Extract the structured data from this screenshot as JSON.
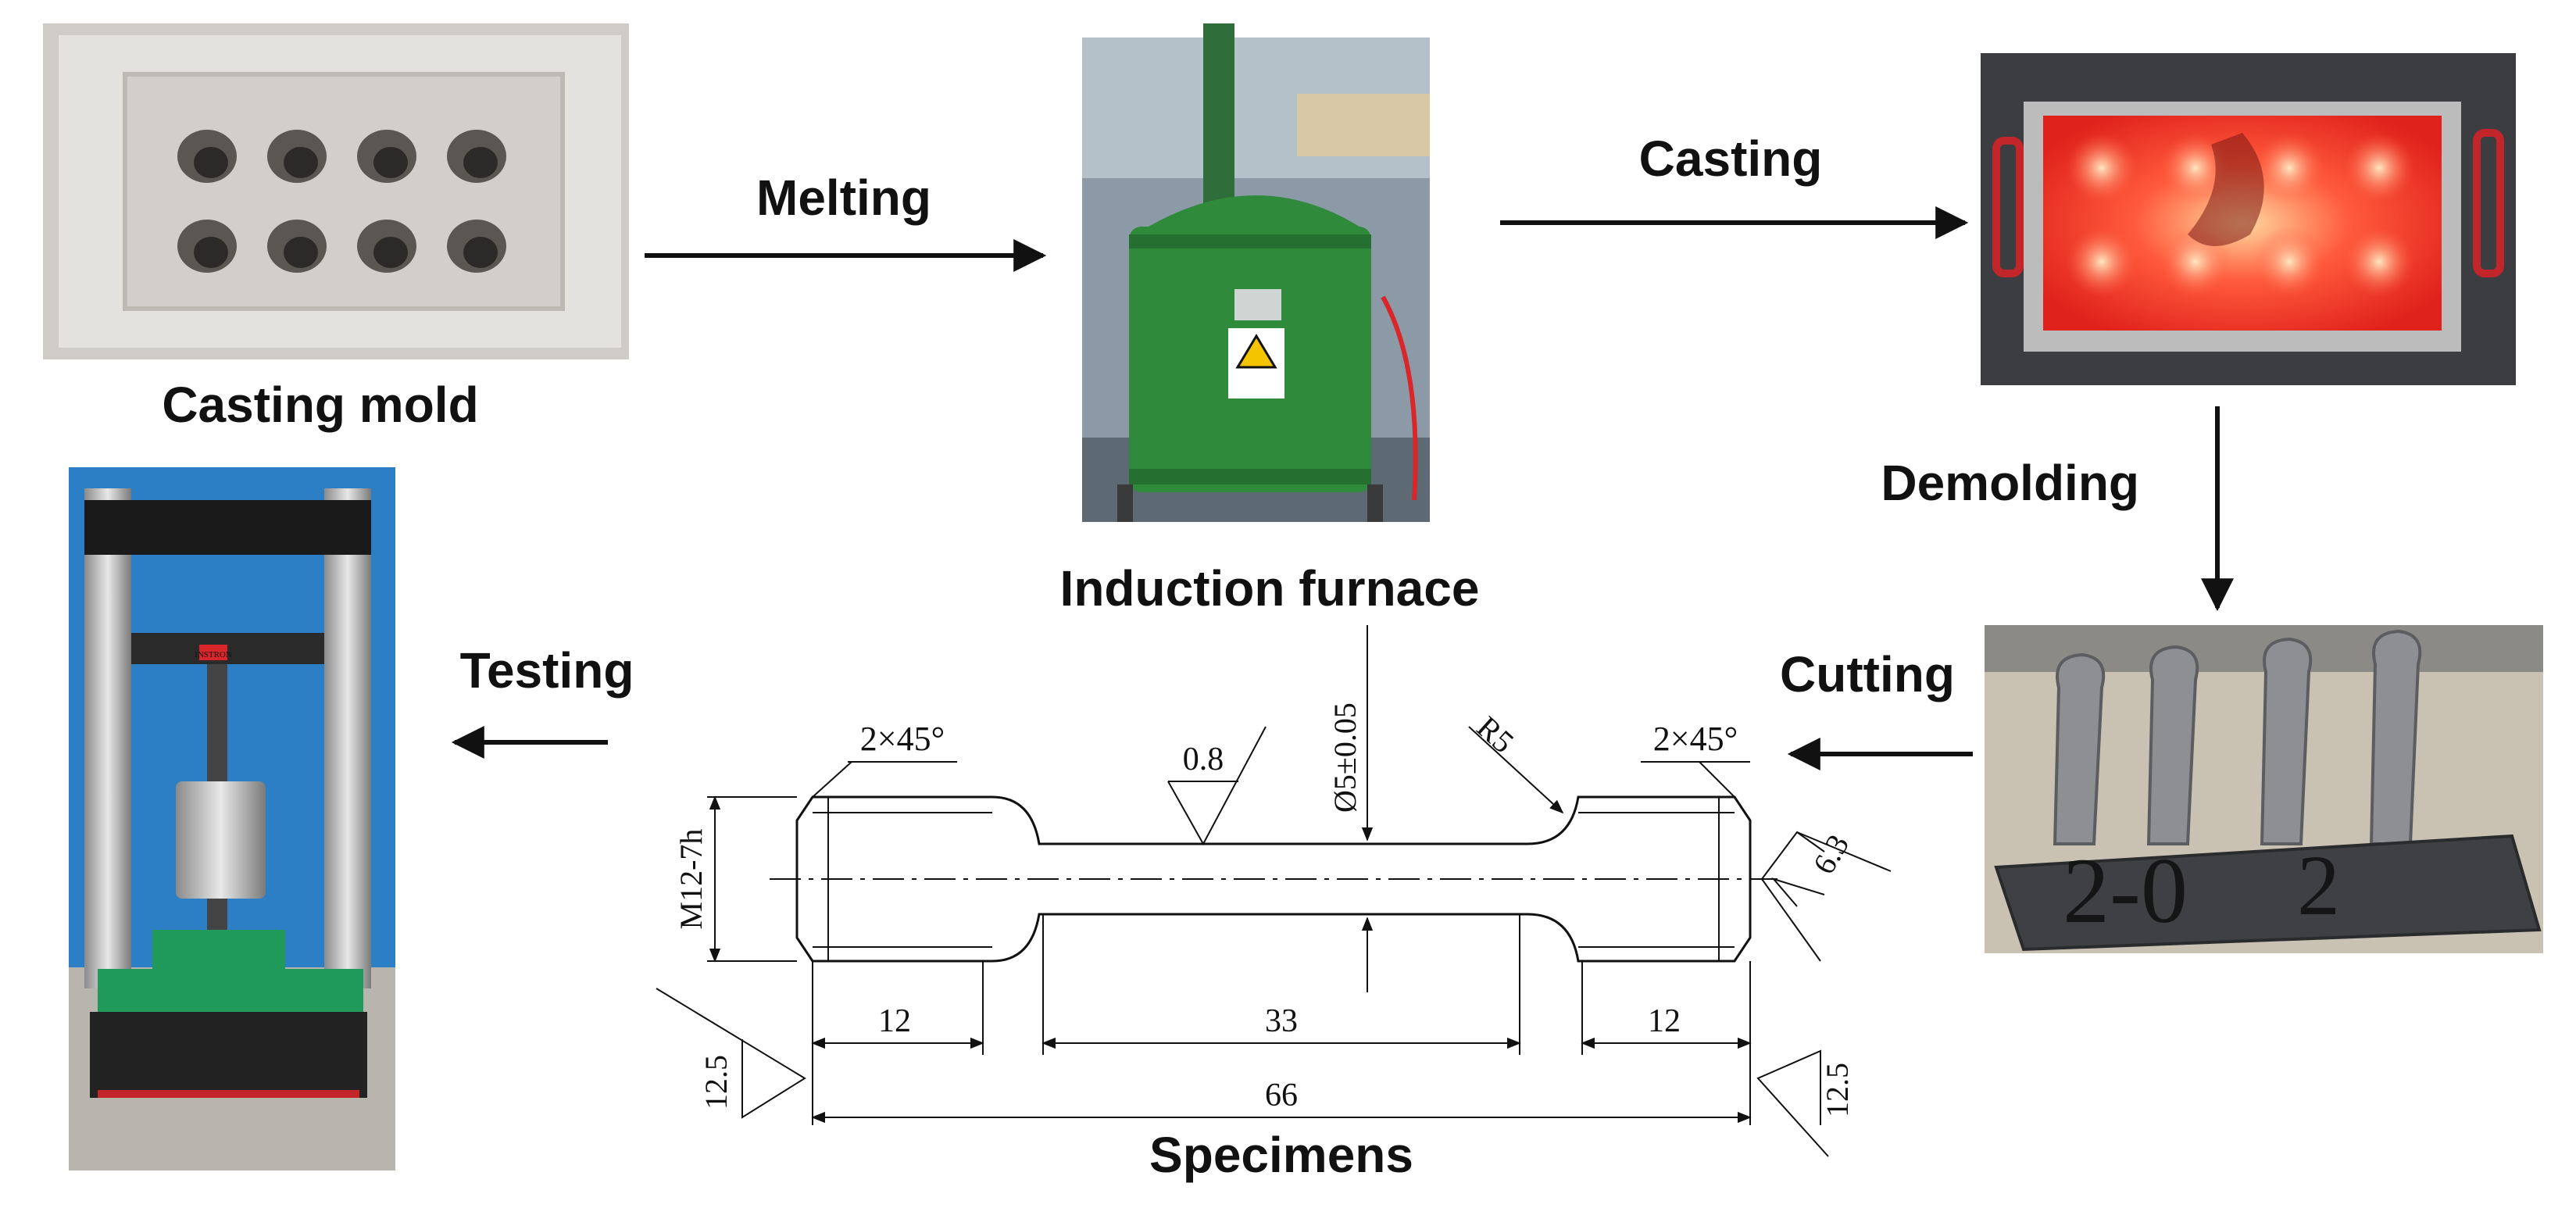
{
  "labels": {
    "casting_mold": "Casting mold",
    "melting": "Melting",
    "casting": "Casting",
    "demolding": "Demolding",
    "cutting": "Cutting",
    "testing": "Testing",
    "induction_furnace": "Induction furnace",
    "specimens": "Specimens"
  },
  "drawing": {
    "chamfer_left": "2×45°",
    "chamfer_right": "2×45°",
    "roughness_top": "0.8",
    "diameter_tol": "Ø5±0.05",
    "radius": "R5",
    "roughness_end": "6.3",
    "thread": "M12-7h",
    "dim_grip_left": "12",
    "dim_gauge": "33",
    "dim_grip_right": "12",
    "dim_total": "66",
    "roughness_left": "12.5",
    "roughness_right": "12.5"
  },
  "machine": {
    "brand_plate": "INSTRON"
  },
  "colors": {
    "mold_gray": "#d8d6d2",
    "furnace_green": "#2f8a3c",
    "hot_red": "#ff3b2a",
    "machine_green": "#1f9a5a",
    "wall_blue": "#2c7fc4"
  }
}
